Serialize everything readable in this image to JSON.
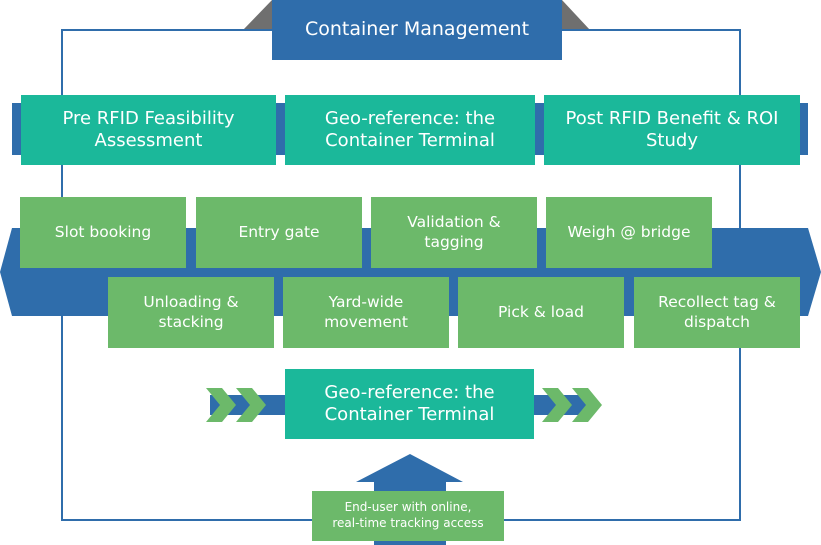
{
  "header": {
    "title": "Container Management"
  },
  "top_row": [
    {
      "label": "Pre RFID Feasibility Assessment",
      "lines": [
        "Pre RFID Feasibility",
        "Assessment"
      ]
    },
    {
      "label": "Geo-reference: the Container Terminal",
      "lines": [
        "Geo-reference: the",
        "Container Terminal"
      ]
    },
    {
      "label": "Post RFID Benefit & ROI Study",
      "lines": [
        "Post RFID Benefit & ROI",
        "Study"
      ]
    }
  ],
  "process_upper": [
    {
      "lines": [
        "Slot booking"
      ]
    },
    {
      "lines": [
        "Entry gate"
      ]
    },
    {
      "lines": [
        "Validation &",
        "tagging"
      ]
    },
    {
      "lines": [
        "Weigh @ bridge"
      ]
    }
  ],
  "process_lower": [
    {
      "lines": [
        "Unloading &",
        "stacking"
      ]
    },
    {
      "lines": [
        "Yard-wide",
        "movement"
      ]
    },
    {
      "lines": [
        "Pick & load"
      ]
    },
    {
      "lines": [
        "Recollect tag &",
        "dispatch"
      ]
    }
  ],
  "center": {
    "lines": [
      "Geo-reference: the",
      "Container Terminal"
    ]
  },
  "end_user": {
    "lines": [
      "End-user with online,",
      "real-time tracking access"
    ]
  },
  "colors": {
    "blue": "#2f6dab",
    "teal": "#1bb89a",
    "green": "#6cb96a",
    "gray": "#707070"
  }
}
